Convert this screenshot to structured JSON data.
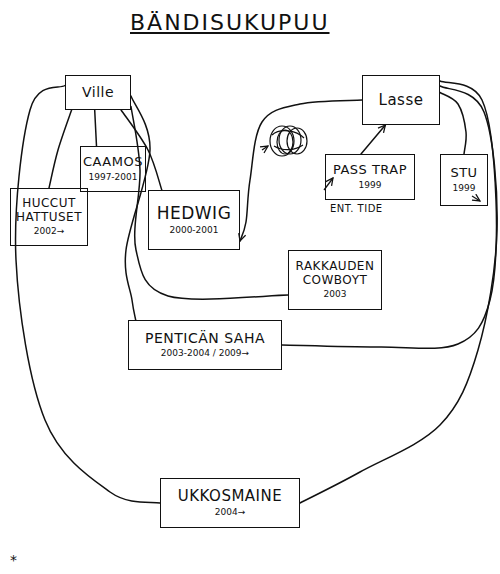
{
  "diagram": {
    "title": "BÄNDISUKUPUU",
    "nodes": [
      {
        "text": [
          "Ville"
        ]
      },
      {
        "text": [
          "Lasse"
        ]
      },
      {
        "text": [
          "CAAMOS",
          "1997-2001"
        ]
      },
      {
        "text": [
          "HUCCUT HATTUSET",
          "2002→"
        ]
      },
      {
        "text": [
          "PASS TRAP",
          "1999"
        ]
      },
      {
        "text": [
          "STU",
          "1999"
        ]
      },
      {
        "text": [
          "HEDWIG",
          "2000-2001"
        ]
      },
      {
        "text": [
          "RAKKAUDEN COWBOYT",
          "2003"
        ]
      },
      {
        "text": [
          "PENTICÄN SAHA",
          "2003-2004 / 2009→"
        ]
      },
      {
        "text": [
          "UKKOSMAINE",
          "2004→"
        ]
      }
    ],
    "edges": [
      {
        "from": 0,
        "to": 2,
        "arrow": "none"
      },
      {
        "from": 0,
        "to": 3,
        "arrow": "none"
      },
      {
        "from": 0,
        "to": 6,
        "arrow": "none"
      },
      {
        "from": 0,
        "to": 8,
        "arrow": "none"
      },
      {
        "from": 0,
        "to": 9,
        "arrow": "none"
      },
      {
        "from": 1,
        "to": 6,
        "arrow": "to"
      },
      {
        "from": 4,
        "to": 1,
        "arrow": "to"
      },
      {
        "from": 1,
        "to": 5,
        "arrow": "none"
      },
      {
        "from": 0,
        "to": 7,
        "arrow": "none"
      },
      {
        "from": 1,
        "to": 8,
        "arrow": "none"
      },
      {
        "from": 1,
        "to": 9,
        "arrow": "none"
      }
    ],
    "labels": [
      "ENT. TIDE",
      "*"
    ]
  }
}
